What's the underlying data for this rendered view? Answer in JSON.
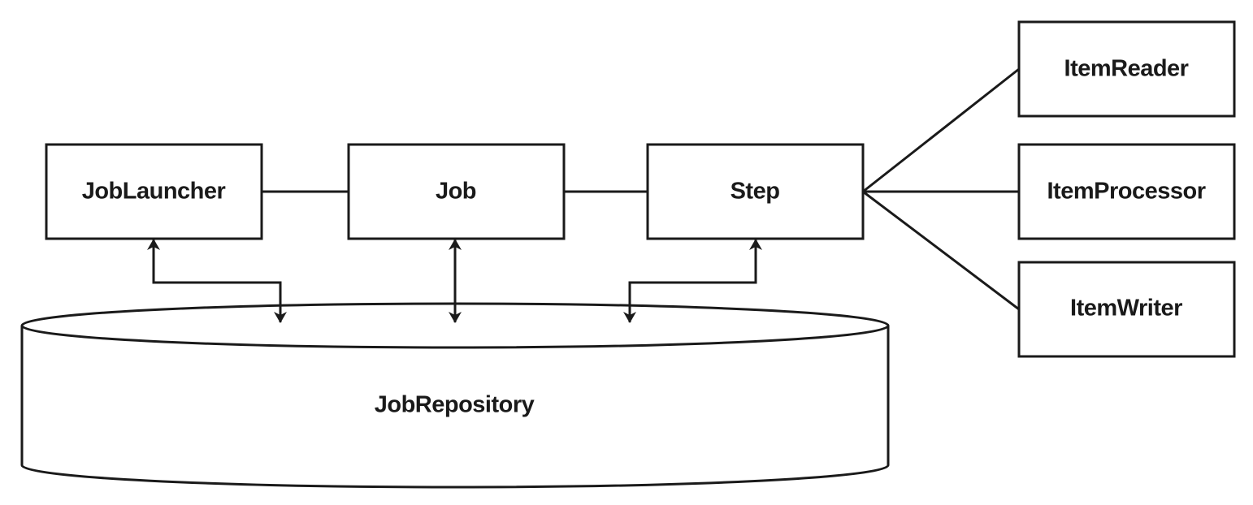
{
  "nodes": {
    "job_launcher": "JobLauncher",
    "job": "Job",
    "step": "Step",
    "item_reader": "ItemReader",
    "item_processor": "ItemProcessor",
    "item_writer": "ItemWriter",
    "job_repository": "JobRepository"
  },
  "connections": [
    {
      "from": "JobLauncher",
      "to": "Job",
      "type": "line"
    },
    {
      "from": "Job",
      "to": "Step",
      "type": "line"
    },
    {
      "from": "Step",
      "to": "ItemReader",
      "type": "line"
    },
    {
      "from": "Step",
      "to": "ItemProcessor",
      "type": "line"
    },
    {
      "from": "Step",
      "to": "ItemWriter",
      "type": "line"
    },
    {
      "from": "JobLauncher",
      "to": "JobRepository",
      "type": "bidirectional-arrow"
    },
    {
      "from": "Job",
      "to": "JobRepository",
      "type": "bidirectional-arrow"
    },
    {
      "from": "Step",
      "to": "JobRepository",
      "type": "bidirectional-arrow"
    }
  ],
  "colors": {
    "stroke": "#1a1a1a",
    "fill": "#ffffff",
    "text": "#1a1a1a"
  }
}
